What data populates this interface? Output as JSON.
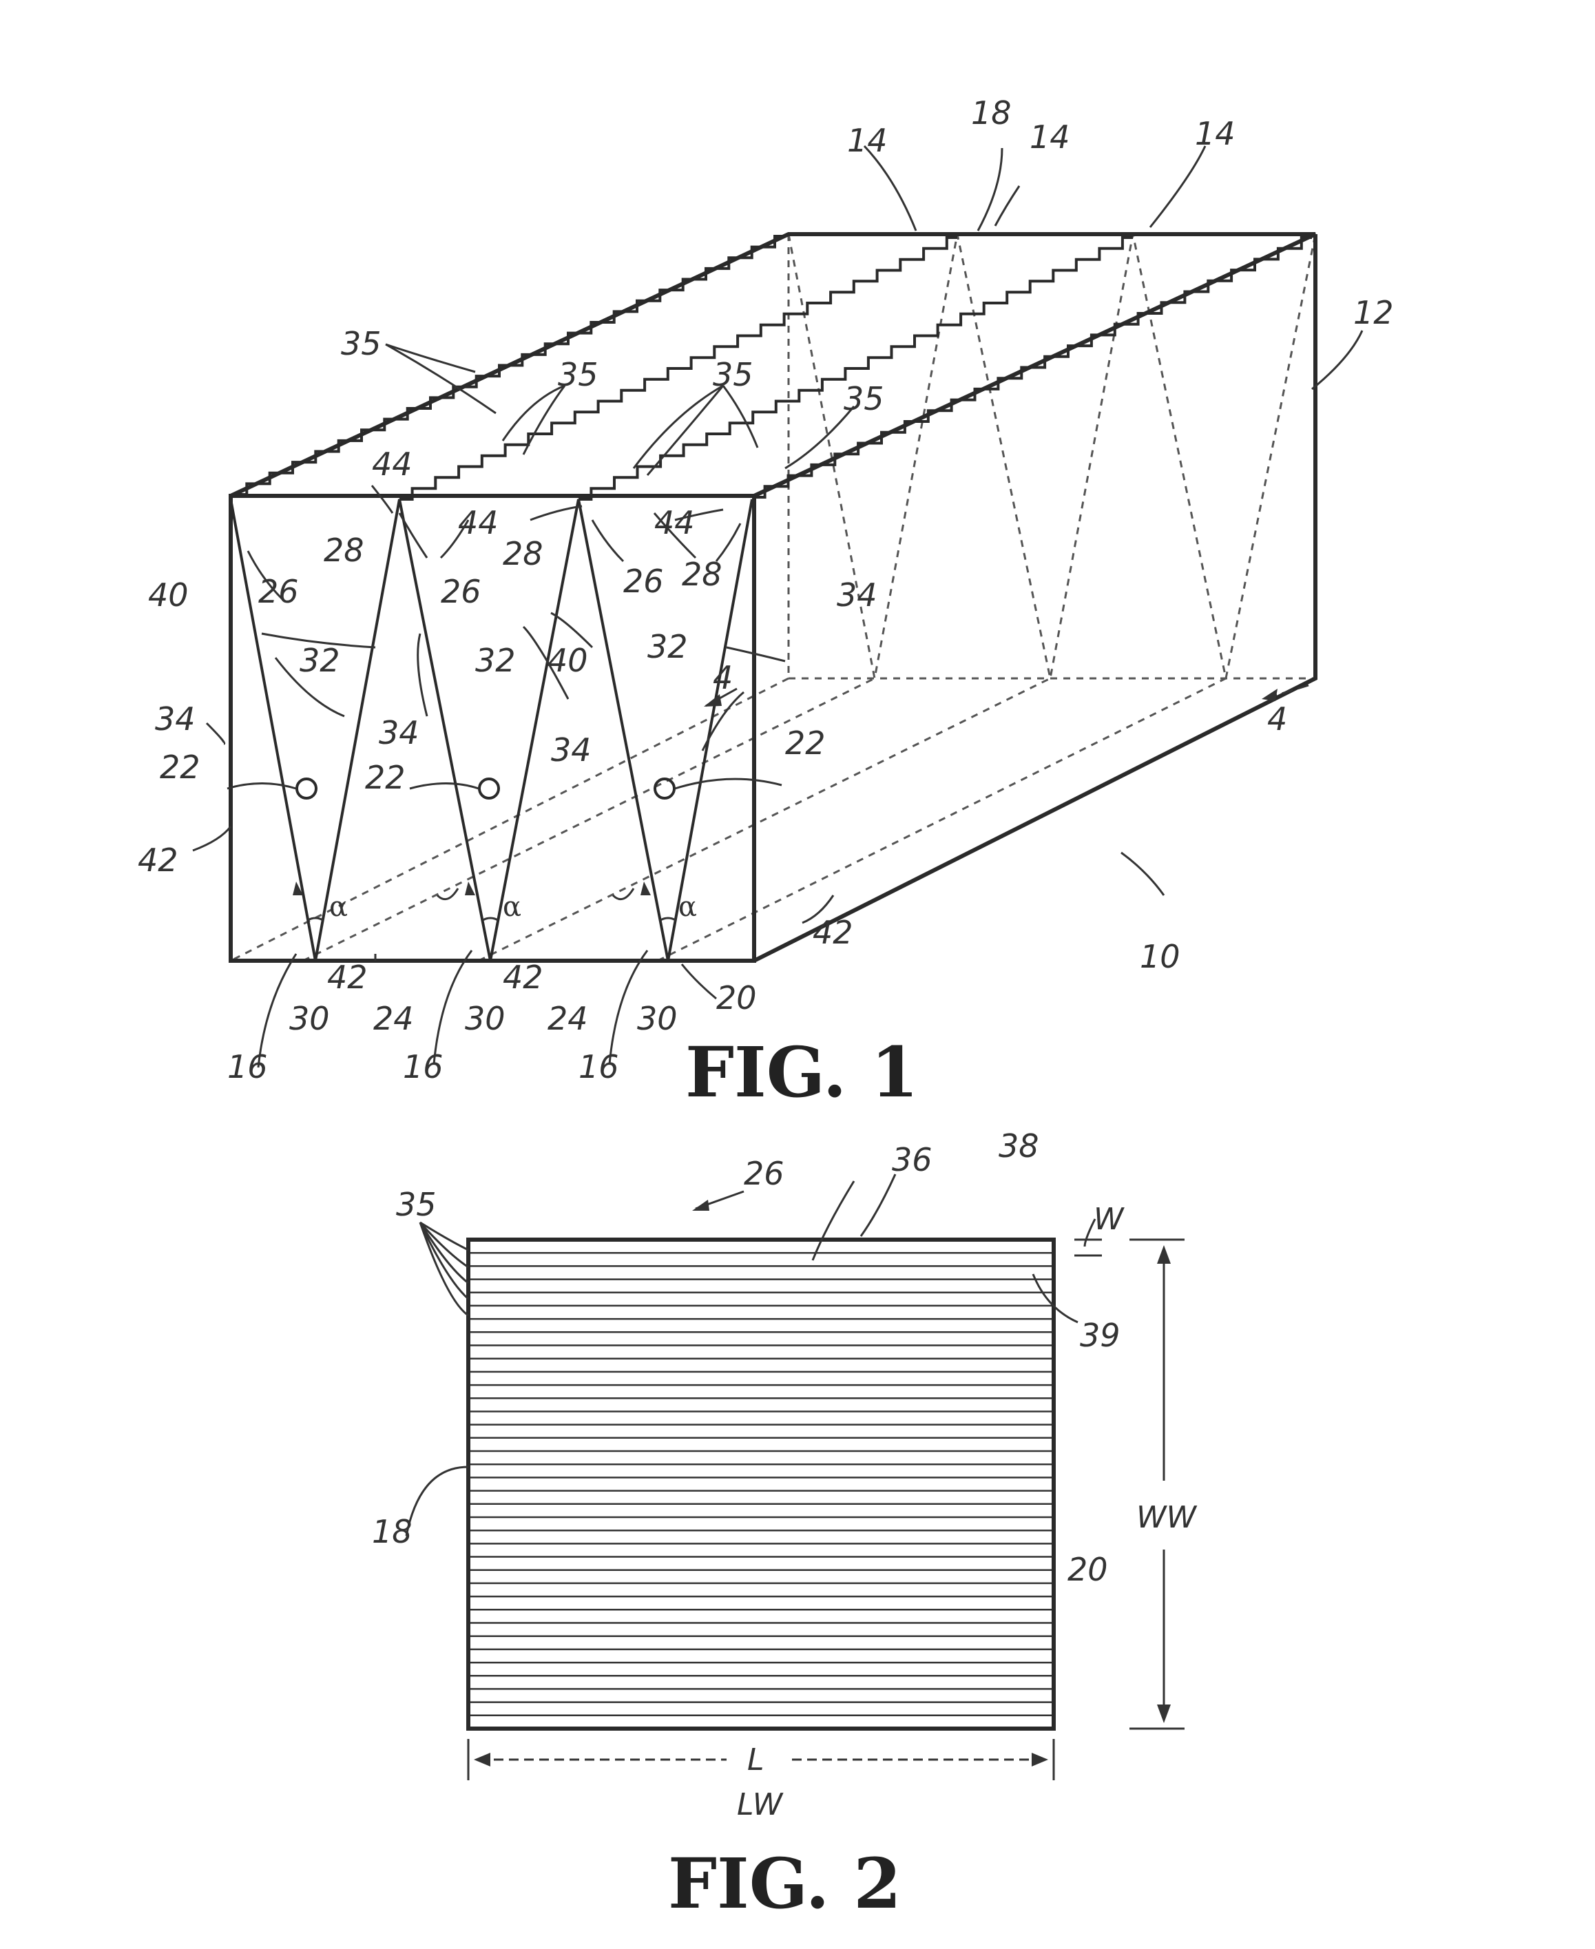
{
  "figures": [
    {
      "id": "fig1",
      "caption": "FIG. 1",
      "labels": {
        "ref_10": "10",
        "ref_12": "12",
        "ref_14": "14",
        "ref_16": "16",
        "ref_18": "18",
        "ref_20": "20",
        "ref_22": "22",
        "ref_24": "24",
        "ref_26": "26",
        "ref_28": "28",
        "ref_30": "30",
        "ref_32": "32",
        "ref_34": "34",
        "ref_35": "35",
        "ref_40": "40",
        "ref_42": "42",
        "ref_44": "44",
        "ref_4": "4",
        "alpha": "α"
      }
    },
    {
      "id": "fig2",
      "caption": "FIG. 2",
      "labels": {
        "ref_26": "26",
        "ref_36": "36",
        "ref_38": "38",
        "ref_39": "39",
        "ref_35": "35",
        "ref_18": "18",
        "ref_20": "20",
        "dim_W": "W",
        "dim_WW": "WW",
        "dim_L": "L",
        "dim_LW": "LW"
      },
      "stripe_count": 36
    }
  ]
}
